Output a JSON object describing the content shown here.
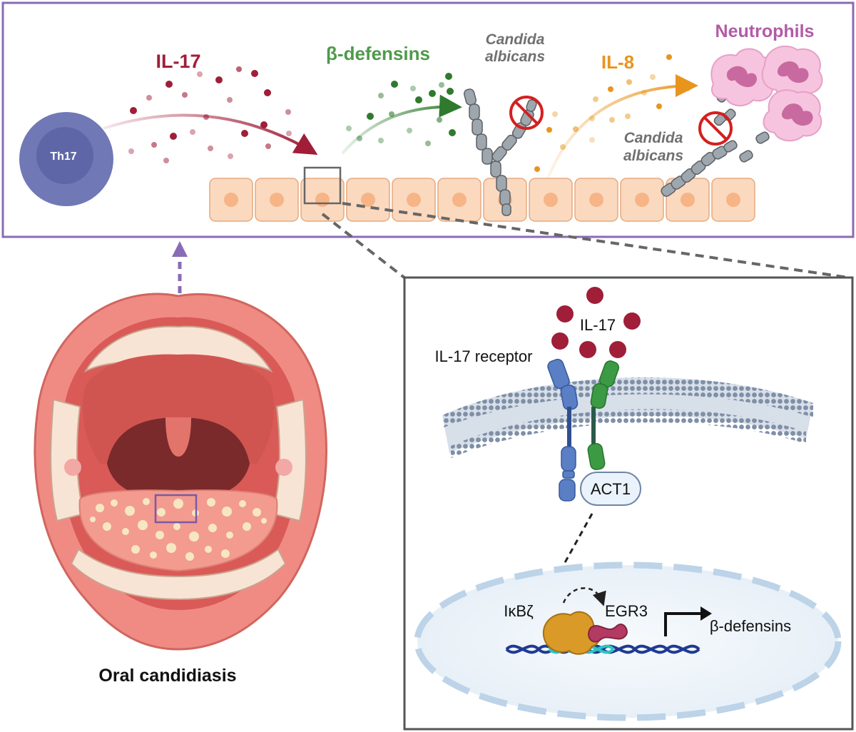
{
  "top_panel": {
    "th17_label": "Th17",
    "il17_label": "IL-17",
    "bdef_label": "β-defensins",
    "candida_top_line1": "Candida",
    "candida_top_line2": "albicans",
    "il8_label": "IL-8",
    "neutrophils_label": "Neutrophils",
    "candida_right_line1": "Candida",
    "candida_right_line2": "albicans"
  },
  "mouth": {
    "caption": "Oral candidiasis"
  },
  "signaling": {
    "il17_label": "IL-17",
    "receptor_label": "IL-17 receptor",
    "act1_label": "ACT1",
    "ikbz_label": "IκBζ",
    "egr3_label": "EGR3",
    "bdef_label": "β-defensins"
  },
  "colors": {
    "frame_purple": "#8a6bb5",
    "th17": "#7078b6",
    "il17": "#a01e38",
    "bdef_green": "#4e9a4a",
    "il8_orange": "#e8951e",
    "neutrophil_text": "#b35ba6",
    "candida_text": "#707070",
    "epithelial": "#fbd9bf",
    "receptor_blue": "#5b7fc4",
    "receptor_green": "#3d9a44",
    "ikbz": "#d99a28",
    "egr3": "#b33a63",
    "dna_dark": "#1f3a93",
    "dna_cyan": "#2cc4c4"
  },
  "icons": [
    "no-sign-icon",
    "neutrophil-icon",
    "candida-hypha-icon",
    "membrane-icon",
    "dna-icon",
    "mouth-icon"
  ]
}
